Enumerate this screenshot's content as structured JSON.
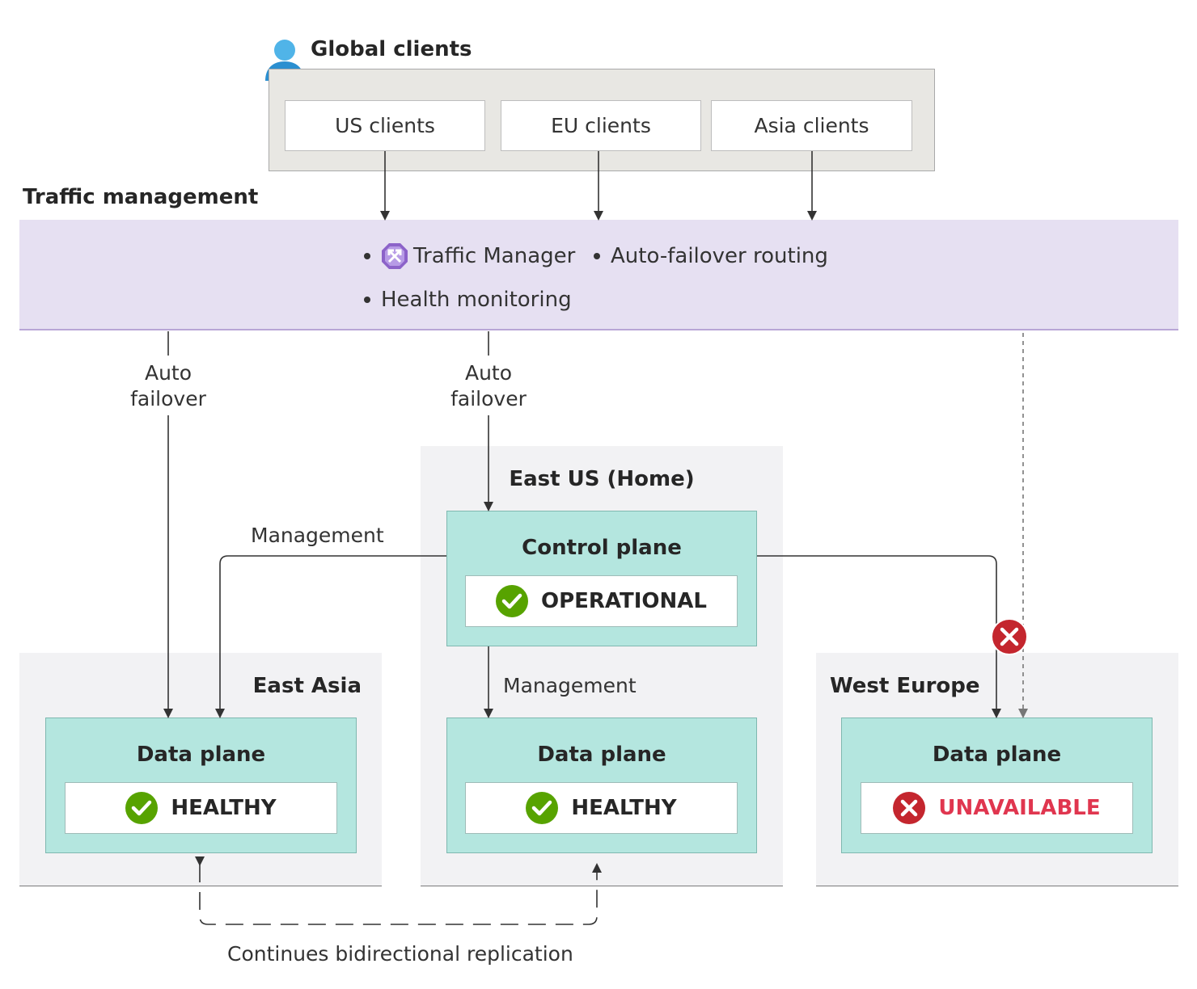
{
  "global_clients": {
    "title": "Global clients",
    "clients": [
      "US clients",
      "EU clients",
      "Asia clients"
    ]
  },
  "traffic_management": {
    "title": "Traffic management",
    "items": [
      "Traffic Manager",
      "Auto-failover routing",
      "Health monitoring"
    ]
  },
  "failover_labels": {
    "left_line1": "Auto",
    "left_line2": "failover",
    "center_line1": "Auto",
    "center_line2": "failover"
  },
  "regions": {
    "east_us": {
      "title": "East US (Home)",
      "control_plane": {
        "title": "Control plane",
        "status": "OPERATIONAL"
      },
      "data_plane": {
        "title": "Data plane",
        "status": "HEALTHY"
      }
    },
    "east_asia": {
      "title": "East Asia",
      "data_plane": {
        "title": "Data plane",
        "status": "HEALTHY"
      }
    },
    "west_europe": {
      "title": "West Europe",
      "data_plane": {
        "title": "Data plane",
        "status": "UNAVAILABLE"
      }
    }
  },
  "management_labels": {
    "left": "Management",
    "center": "Management"
  },
  "replication_label": "Continues bidirectional replication",
  "colors": {
    "healthy": "#57a300",
    "error": "#c4262e",
    "unavailable_text": "#e0364f",
    "plane_fill": "#b4e6df",
    "traffic_band": "#e6e0f2"
  },
  "icons": {
    "user": "user-icon",
    "traffic_manager": "traffic-manager-icon",
    "healthy": "check-circle-icon",
    "error": "error-circle-icon"
  }
}
